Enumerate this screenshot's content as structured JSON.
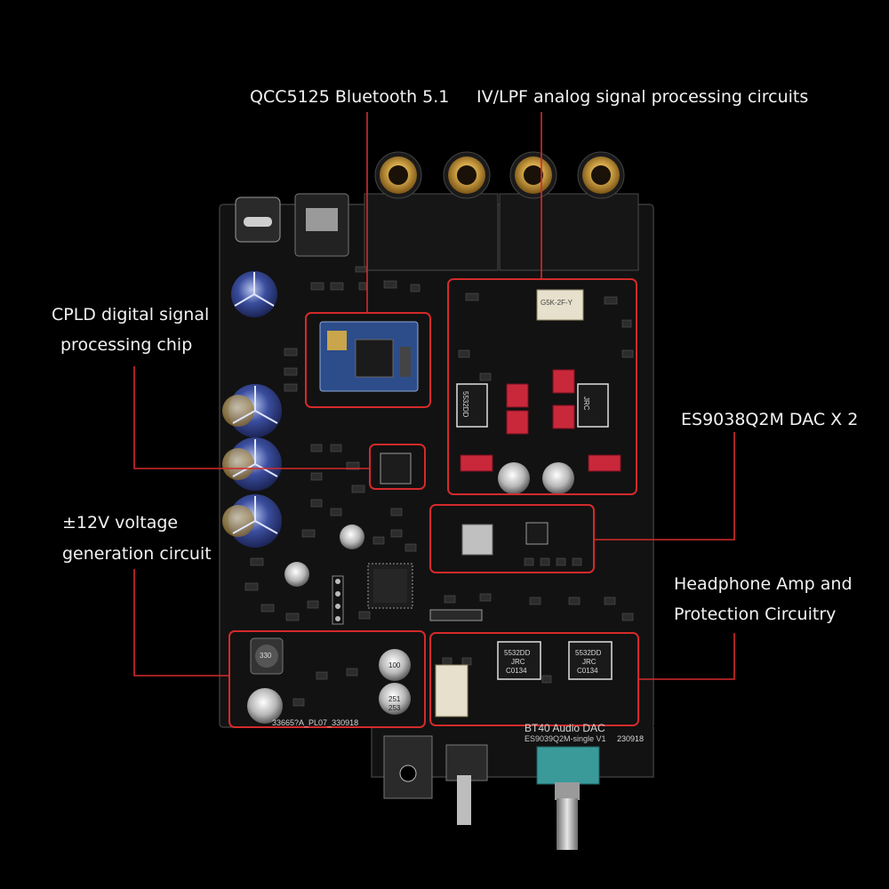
{
  "callouts": {
    "bluetooth": "QCC5125 Bluetooth 5.1",
    "analog": "IV/LPF analog signal processing circuits",
    "cpld_line1": "CPLD digital signal",
    "cpld_line2": "processing chip",
    "dac": "ES9038Q2M DAC X  2",
    "voltage_line1": "±12V voltage",
    "voltage_line2": "generation circuit",
    "headphone_line1": "Headphone Amp and",
    "headphone_line2": "Protection Circuitry"
  },
  "board": {
    "name": "BT40 Audio DAC",
    "model": "ES9039Q2M-single V1",
    "date": "230918",
    "part_code": "33665?A_PL07_330918",
    "opamp_marking": "5532DD",
    "opamp_brand": "JRC",
    "opamp_code": "C0134",
    "relay_marking": "G5K-2F-Y",
    "cap_100": "100",
    "cap_251": "251",
    "cap_253": "253",
    "inductor": "330"
  },
  "colors": {
    "background": "#000000",
    "pcb": "#111111",
    "highlight": "#d42a2a",
    "label_text": "#f2f2f2"
  }
}
